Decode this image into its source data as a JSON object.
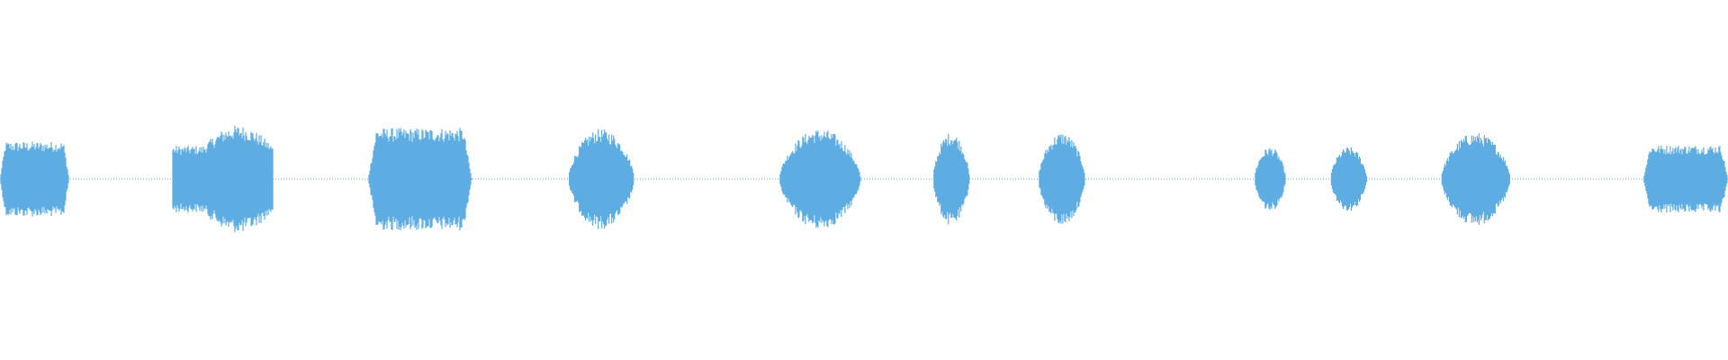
{
  "waveform": {
    "color": "#5dade2",
    "baseline_visible": true,
    "segments": [
      {
        "start": 0.0,
        "end": 0.04,
        "amplitude": 0.11,
        "shape": "flat"
      },
      {
        "start": 0.1,
        "end": 0.158,
        "amplitude": 0.15,
        "shape": "rising"
      },
      {
        "start": 0.213,
        "end": 0.273,
        "amplitude": 0.15,
        "shape": "flat"
      },
      {
        "start": 0.329,
        "end": 0.367,
        "amplitude": 0.14,
        "shape": "bell"
      },
      {
        "start": 0.451,
        "end": 0.498,
        "amplitude": 0.14,
        "shape": "bell"
      },
      {
        "start": 0.54,
        "end": 0.561,
        "amplitude": 0.13,
        "shape": "bell"
      },
      {
        "start": 0.601,
        "end": 0.628,
        "amplitude": 0.13,
        "shape": "bell"
      },
      {
        "start": 0.726,
        "end": 0.744,
        "amplitude": 0.09,
        "shape": "bell"
      },
      {
        "start": 0.77,
        "end": 0.791,
        "amplitude": 0.09,
        "shape": "bell"
      },
      {
        "start": 0.834,
        "end": 0.874,
        "amplitude": 0.13,
        "shape": "bell"
      },
      {
        "start": 0.951,
        "end": 1.0,
        "amplitude": 0.1,
        "shape": "flat"
      }
    ]
  }
}
